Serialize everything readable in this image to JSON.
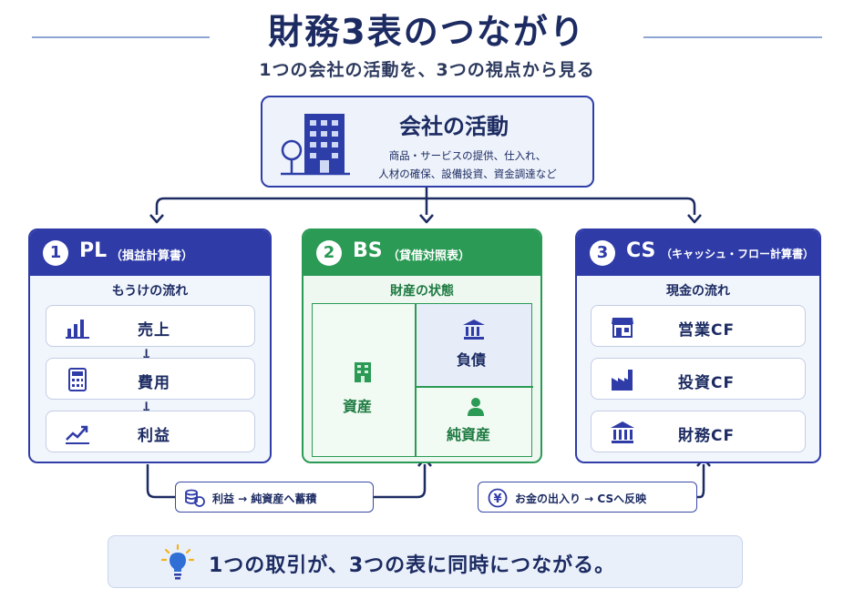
{
  "title": "財務3表のつながり",
  "subtitle": "1つの会社の活動を、3つの視点から見る",
  "company": {
    "title": "会社の活動",
    "desc_line1": "商品・サービスの提供、仕入れ、",
    "desc_line2": "人材の確保、設備投資、資金調達など"
  },
  "pl": {
    "number": "1",
    "abbr": "PL",
    "full": "（損益計算書）",
    "subtitle": "もうけの流れ",
    "items": [
      {
        "label": "売上",
        "icon": "bar-chart-icon"
      },
      {
        "label": "費用",
        "icon": "calculator-icon"
      },
      {
        "label": "利益",
        "icon": "trend-up-icon"
      }
    ]
  },
  "bs": {
    "number": "2",
    "abbr": "BS",
    "full": "（貸借対照表）",
    "subtitle": "財産の状態",
    "assets": "資産",
    "liabilities": "負債",
    "net_assets": "純資産"
  },
  "cs": {
    "number": "3",
    "abbr": "CS",
    "full": "（キャッシュ・フロー計算書）",
    "subtitle": "現金の流れ",
    "items": [
      {
        "label": "営業CF",
        "icon": "store-icon"
      },
      {
        "label": "投資CF",
        "icon": "factory-icon"
      },
      {
        "label": "財務CF",
        "icon": "bank-icon"
      }
    ]
  },
  "links": {
    "pl_to_bs": "利益 → 純資産へ蓄積",
    "cash_to_cs": "お金の出入り → CSへ反映"
  },
  "summary": "1つの取引が、3つの表に同時につながる。",
  "colors": {
    "navy": "#2f3ca8",
    "green": "#2a9a55",
    "accent": "#4a90e2"
  }
}
